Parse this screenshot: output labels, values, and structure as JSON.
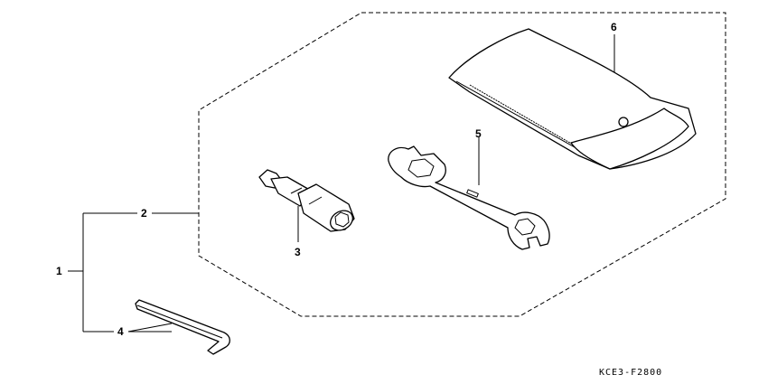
{
  "callouts": {
    "p1": "1",
    "p2": "2",
    "p3": "3",
    "p4": "4",
    "p5": "5",
    "p6": "6"
  },
  "diagram_code": "KCE3-F2800"
}
